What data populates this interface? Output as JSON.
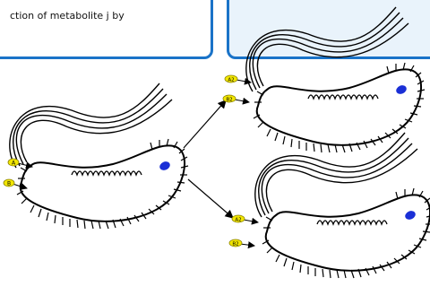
{
  "caption": {
    "text": "ction of metabolite j by"
  },
  "labels": {
    "left_a": "A",
    "left_b": "B",
    "top_a": "A2",
    "top_b": "B2",
    "bottom_a": "A2",
    "bottom_b": "B2"
  },
  "colors": {
    "frame_blue": "#1a73c8",
    "panel_fill": "#e9f3fb",
    "label_yellow": "#f2e600",
    "eye_blue": "#1a2fd6"
  }
}
